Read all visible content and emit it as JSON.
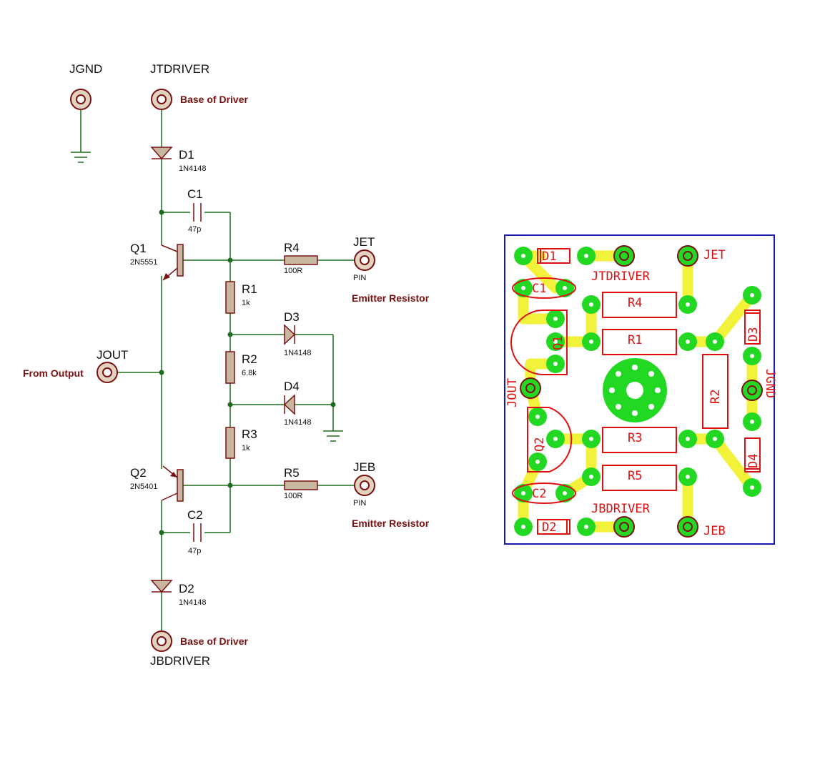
{
  "schematic": {
    "terminals": {
      "jgnd": "JGND",
      "jtdriver": "JTDRIVER",
      "jbdriver": "JBDRIVER",
      "jout": "JOUT",
      "jet": "JET",
      "jeb": "JEB"
    },
    "notes": {
      "base_top": "Base of Driver",
      "base_bottom": "Base of Driver",
      "from_output": "From Output",
      "emitter_top": "Emitter Resistor",
      "emitter_bottom": "Emitter Resistor"
    },
    "pin_label": "PIN",
    "components": {
      "d1": {
        "ref": "D1",
        "value": "1N4148"
      },
      "d2": {
        "ref": "D2",
        "value": "1N4148"
      },
      "d3": {
        "ref": "D3",
        "value": "1N4148"
      },
      "d4": {
        "ref": "D4",
        "value": "1N4148"
      },
      "c1": {
        "ref": "C1",
        "value": "47p"
      },
      "c2": {
        "ref": "C2",
        "value": "47p"
      },
      "q1": {
        "ref": "Q1",
        "value": "2N5551"
      },
      "q2": {
        "ref": "Q2",
        "value": "2N5401"
      },
      "r1": {
        "ref": "R1",
        "value": "1k"
      },
      "r2": {
        "ref": "R2",
        "value": "6.8k"
      },
      "r3": {
        "ref": "R3",
        "value": "1k"
      },
      "r4": {
        "ref": "R4",
        "value": "100R"
      },
      "r5": {
        "ref": "R5",
        "value": "100R"
      }
    }
  },
  "pcb": {
    "silk": {
      "d1": "D1",
      "d2": "D2",
      "d3": "D3",
      "d4": "D4",
      "c1": "C1",
      "c2": "C2",
      "q1": "Q1",
      "q2": "Q2",
      "r1": "R1",
      "r2": "R2",
      "r3": "R3",
      "r4": "R4",
      "r5": "R5",
      "jtdriver": "JTDRIVER",
      "jbdriver": "JBDRIVER",
      "jet": "JET",
      "jeb": "JEB",
      "jout": "JOUT",
      "jgnd": "JGND"
    }
  },
  "colors": {
    "wire": "#1a6e1a",
    "component": "#7a1010",
    "component_body": "#c8b7a0",
    "note_text": "#7a1010",
    "pcb_track": "#f2f23a",
    "pcb_pad": "#22d822",
    "pcb_silk": "#e01010",
    "pcb_border": "#1a1ab0"
  }
}
